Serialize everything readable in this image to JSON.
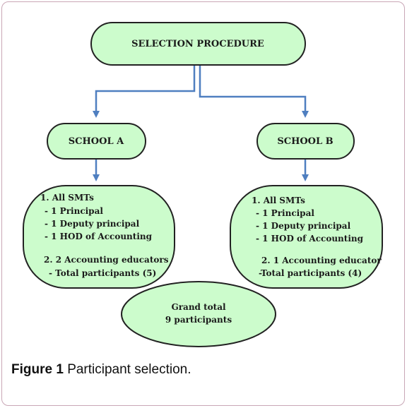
{
  "diagram": {
    "root": {
      "label": "SELECTION PROCEDURE"
    },
    "school_a": {
      "label": "SCHOOL A",
      "details": [
        "1. All SMTs",
        "- 1  Principal",
        "- 1 Deputy principal",
        "- 1 HOD of Accounting",
        "2.  2 Accounting educators",
        "- Total participants (5)"
      ]
    },
    "school_b": {
      "label": "SCHOOL B",
      "details": [
        "1. All SMTs",
        "- 1  Principal",
        "- 1 Deputy principal",
        "- 1 HOD of Accounting",
        "2.  1 Accounting educator",
        "-Total participants (4)"
      ]
    },
    "total": {
      "line1": "Grand total",
      "line2": "9 participants"
    }
  },
  "caption": {
    "label": "Figure 1",
    "text": "Participant selection."
  },
  "colors": {
    "node_fill": "#ccfccc",
    "node_stroke": "#222222",
    "connector": "#4f7fc0",
    "frame": "#c9a7b6"
  }
}
